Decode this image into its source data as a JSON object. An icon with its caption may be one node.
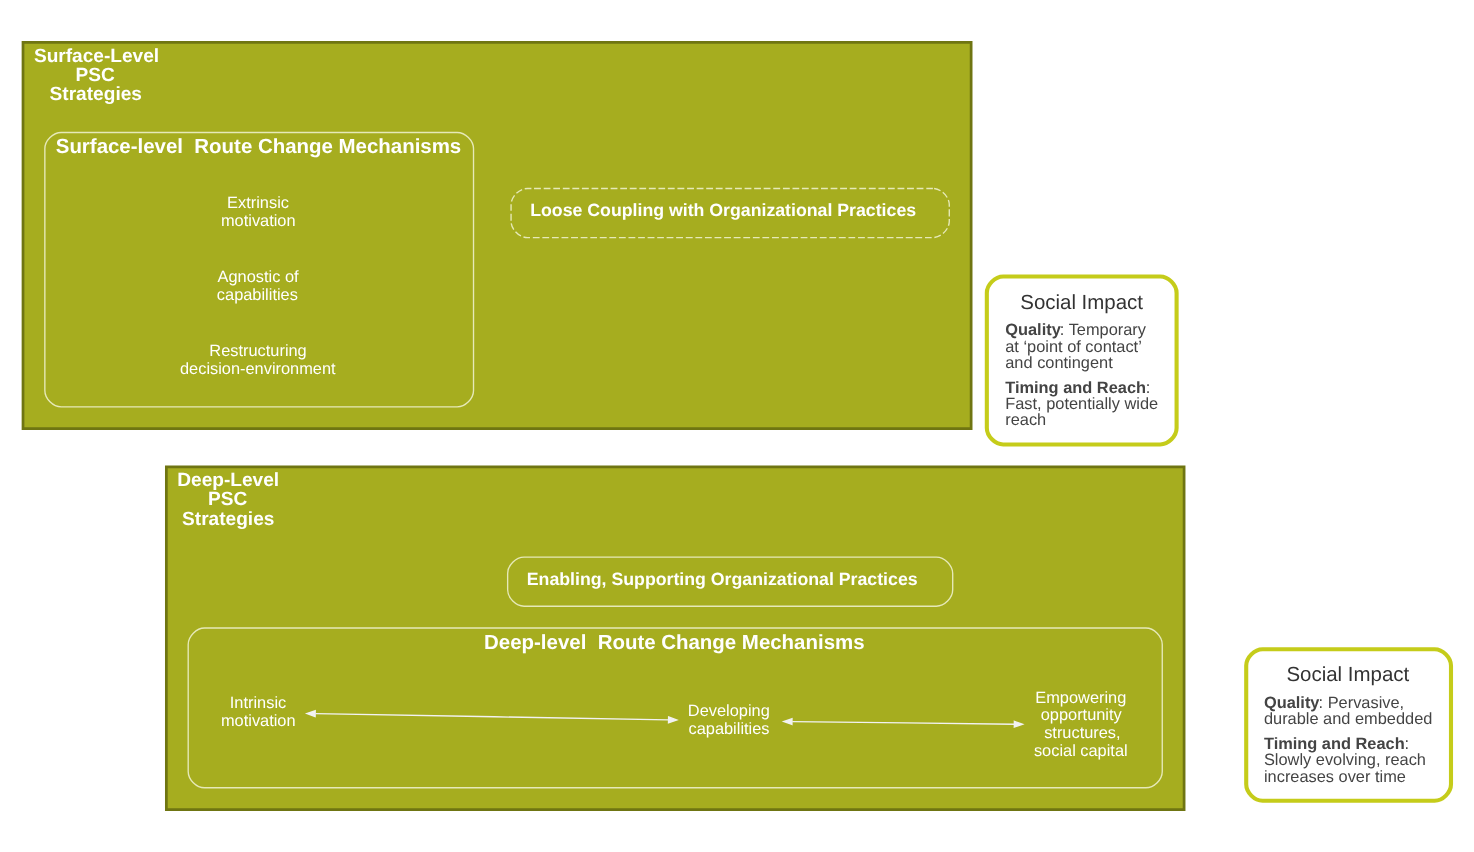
{
  "diagram": {
    "nodes": [
      {
        "text": [
          "Deep-Level PSC Strategies"
        ]
      },
      {
        "text": [
          "Deep-level  Route Change Mechanisms"
        ],
        "in": 0
      },
      {
        "text": [
          "Intrinsic motivation"
        ],
        "in": 1
      },
      {
        "text": [
          "Developing capabilities"
        ],
        "in": 1
      },
      {
        "text": [
          "Empowering opportunity structures, social capital"
        ],
        "in": 1
      },
      {
        "text": [
          "Enabling, Supporting Organizational Practices"
        ],
        "in": 0
      },
      {
        "text": [
          "Social Impact",
          "**Quality**: Pervasive, durable and embedded",
          "**Timing and Reach**: Slowly evolving, reach increases over time"
        ]
      },
      {
        "text": [
          "Surface-Level PSC Strategies"
        ]
      },
      {
        "text": [
          "Surface-level  Route Change Mechanisms"
        ],
        "in": 7
      },
      {
        "text": [
          "Extrinsic motivation"
        ],
        "in": 8
      },
      {
        "text": [
          "Agnostic of capabilities"
        ],
        "in": 8
      },
      {
        "text": [
          "Restructuring decision-environment"
        ],
        "in": 8
      },
      {
        "text": [
          "Loose Coupling with Organizational Practices"
        ],
        "in": 7
      },
      {
        "text": [
          "Social Impact",
          "**Quality**: Temporary at ‘point of contact’ and contingent",
          "**Timing and Reach**: Fast, potentially wide reach"
        ]
      }
    ],
    "edges": [
      {
        "from": 2,
        "to": 3,
        "arrow": "both"
      },
      {
        "from": 3,
        "to": 4,
        "arrow": "both"
      }
    ]
  }
}
